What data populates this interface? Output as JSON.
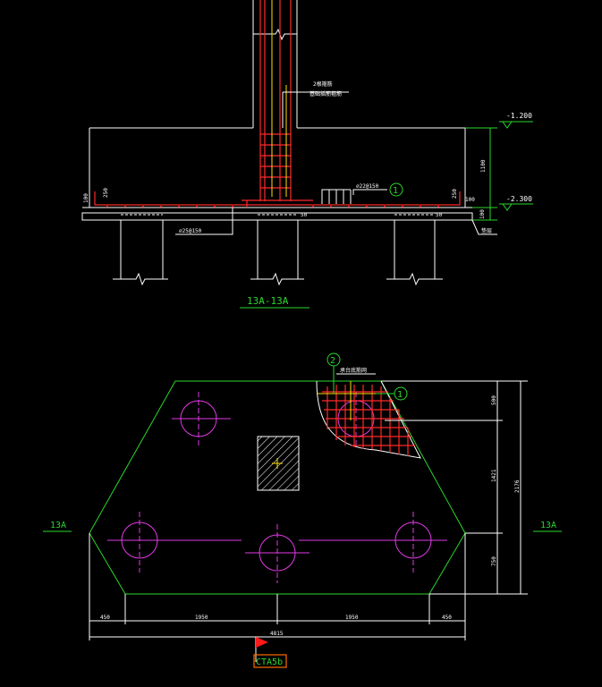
{
  "section": {
    "top_elev": "-1.200",
    "bottom_elev": "-2.300",
    "note_line1": "2根箍筋",
    "note_line2": "基础插筋箍筋",
    "rebar_top": "⌀22@150",
    "rebar_bottom": "⌀25@150",
    "dim_left_100": "100",
    "dim_left_250": "250",
    "dim_right_250": "250",
    "dim_right_100": "100",
    "dim_height_1100": "1100",
    "dim_bottom_100": "100",
    "dim_50_a": "50",
    "dim_50_b": "50",
    "cushion_label": "垫层",
    "callout_1": "1",
    "title": "13A-13A"
  },
  "plan": {
    "note_rebar": "承台底筋网",
    "callout_1": "1",
    "callout_2": "2",
    "label_left": "13A",
    "label_right": "13A",
    "dim_500": "500",
    "dim_1421": "1421",
    "dim_2176": "2176",
    "dim_750": "750",
    "dim_450_l": "450",
    "dim_1950_l": "1950",
    "dim_1950_r": "1950",
    "dim_450_r": "450",
    "dim_total": "4815",
    "cap_tag": "CTA5b"
  }
}
